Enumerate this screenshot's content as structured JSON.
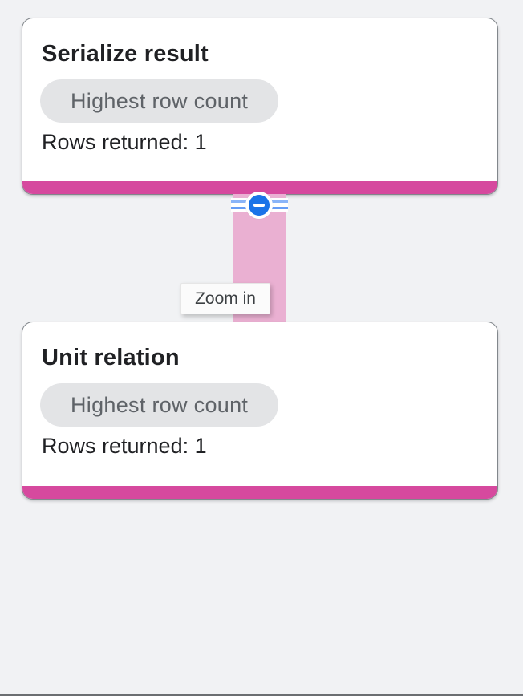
{
  "colors": {
    "bg": "#f1f2f4",
    "stage_bar": "#d6499e",
    "edge": "#eab0d2",
    "button_blue": "#1a73e8",
    "stripe_light": "#8ab4f8",
    "stripe_dark": "#669df6",
    "badge_bg": "#e3e4e6",
    "badge_text": "#5f6368",
    "title_text": "#202124",
    "card_border": "#82878c",
    "tooltip_bg": "#fbfbfb",
    "tooltip_text": "#3c4043"
  },
  "stages": [
    {
      "title": "Serialize result",
      "badge": "Highest row count",
      "rows_label": "Rows returned: 1"
    },
    {
      "title": "Unit relation",
      "badge": "Highest row count",
      "rows_label": "Rows returned: 1"
    }
  ],
  "edge": {
    "collapse_icon": "minus",
    "tooltip_label": "Zoom in"
  }
}
